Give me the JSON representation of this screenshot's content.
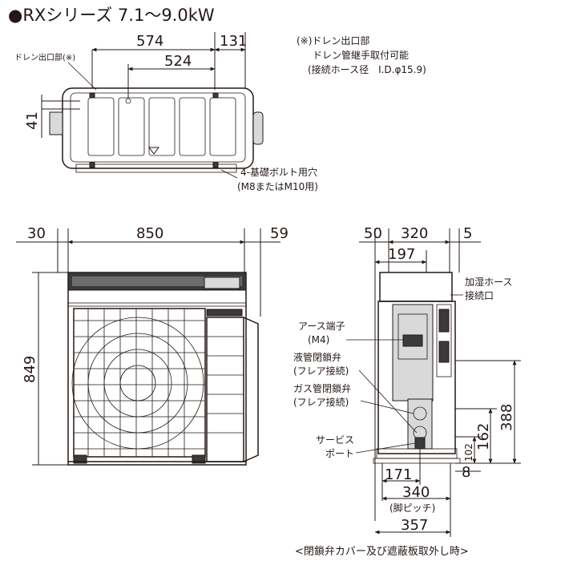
{
  "title": "●RXシリーズ 7.1〜9.0kW",
  "top_view": {
    "dims": [
      "574",
      "131",
      "524",
      "41"
    ],
    "drain_label": "ドレン出口部(※)",
    "note_lines": [
      "(※)ドレン出口部",
      "ドレン管継手取付可能",
      "(接続ホース径　I.D.φ15.9)"
    ],
    "bolt_label_lines": [
      "4-基礎ボルト用穴",
      "(M8またはM10用)"
    ]
  },
  "front_view": {
    "dims": [
      "30",
      "850",
      "59",
      "849"
    ]
  },
  "side_view": {
    "top_dims": [
      "50",
      "320",
      "5",
      "197"
    ],
    "right_dims": [
      "388",
      "162",
      "102",
      "8"
    ],
    "bottom_dims": [
      "171",
      "340",
      "357"
    ],
    "foot_pitch_label": "(脚ピッチ)",
    "humid_label_lines": [
      "加湿ホース",
      "接続口"
    ],
    "earth_label_lines": [
      "アース端子",
      "(M4)"
    ],
    "liquid_label_lines": [
      "液管閉鎖弁",
      "(フレア接続)"
    ],
    "gas_label_lines": [
      "ガス管閉鎖弁",
      "(フレア接続)"
    ],
    "service_label_lines": [
      "サービス",
      "ポート"
    ]
  },
  "footnote": "<閉鎖弁カバー及び遮蔽板取外し時>"
}
